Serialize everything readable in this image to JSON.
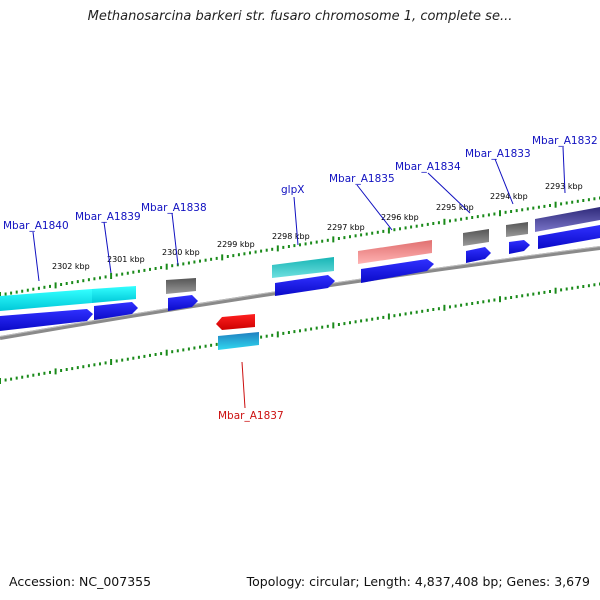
{
  "title": "Methanosarcina barkeri str. fusaro chromosome 1, complete se...",
  "footer": {
    "accession": "Accession: NC_007355",
    "summary": "Topology: circular; Length: 4,837,408 bp; Genes: 3,679"
  },
  "scale_labels": [
    "2302 kbp",
    "2301 kbp",
    "2300 kbp",
    "2299 kbp",
    "2298 kbp",
    "2297 kbp",
    "2296 kbp",
    "2295 kbp",
    "2294 kbp",
    "2293 kbp"
  ],
  "gene_labels": [
    "Mbar_A1840",
    "Mbar_A1839",
    "Mbar_A1838",
    "glpX",
    "Mbar_A1835",
    "Mbar_A1834",
    "Mbar_A1833",
    "Mbar_A1832",
    "Mbar_A1837"
  ],
  "colors": {
    "forward_label": "#1010c0",
    "reverse_label": "#cc1010",
    "cds": "#1414e6",
    "tick": "#1a8a1a",
    "backbone": "#808080"
  }
}
